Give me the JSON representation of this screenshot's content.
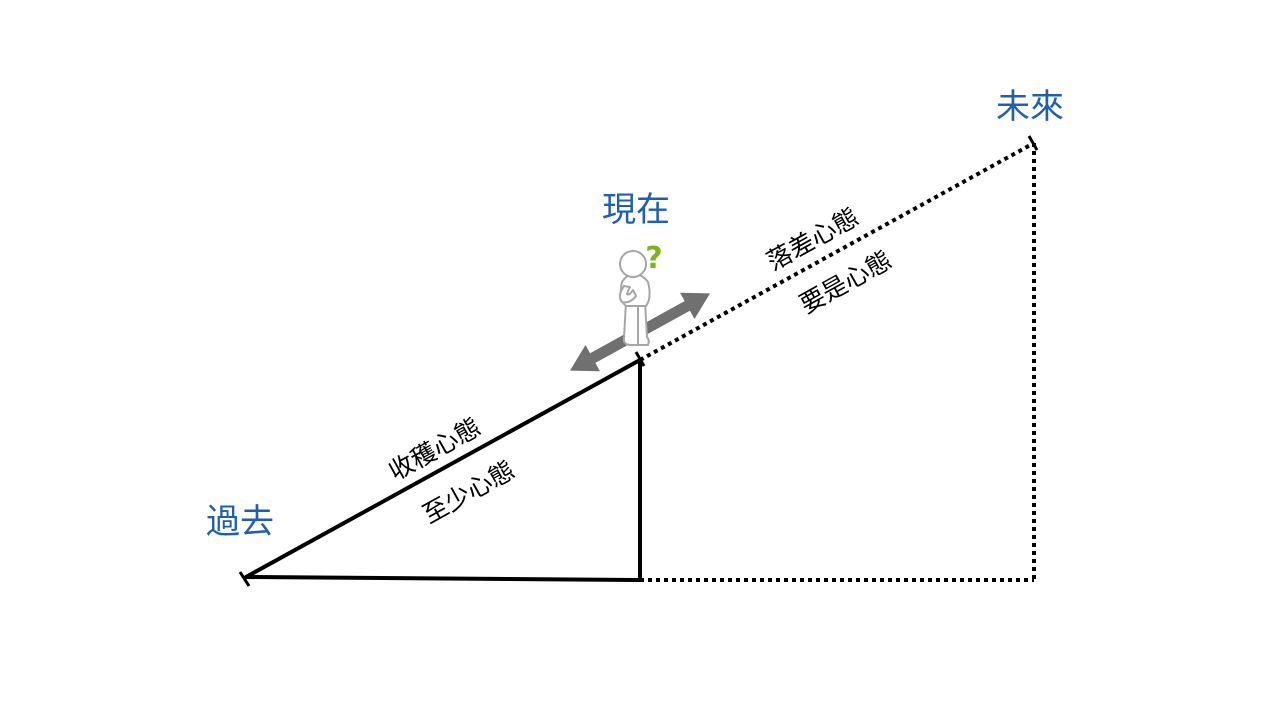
{
  "colors": {
    "timeline_label": "#1f5fae",
    "solid_line": "#000000",
    "dotted_line": "#000000",
    "arrow": "#707070",
    "figure_stroke": "#a6a6a6",
    "question_mark": "#7ab51d"
  },
  "labels": {
    "past": "過去",
    "present": "現在",
    "future": "未來"
  },
  "past_segment": {
    "upper": "收穫心態",
    "lower": "至少心態"
  },
  "future_segment": {
    "upper": "落差心態",
    "lower": "要是心態"
  },
  "figure": {
    "icon": "thinking-person-icon",
    "question": "?"
  }
}
